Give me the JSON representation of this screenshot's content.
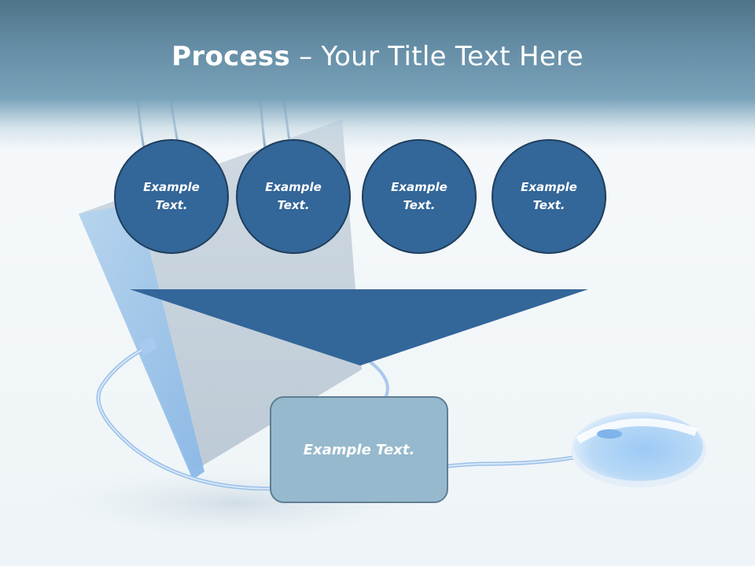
{
  "slide": {
    "title_bold": "Process",
    "title_rest": " – Your Title Text Here"
  },
  "steps": [
    {
      "label": "Example Text."
    },
    {
      "label": "Example Text."
    },
    {
      "label": "Example Text."
    },
    {
      "label": "Example Text."
    }
  ],
  "result_box": {
    "label": "Example Text."
  },
  "colors": {
    "header": "#6790a8",
    "circle_fill": "#336699",
    "arrow_fill": "#336699",
    "box_fill": "#96b9cd"
  },
  "background_image": {
    "subject": "shopping bag with computer mouse"
  }
}
